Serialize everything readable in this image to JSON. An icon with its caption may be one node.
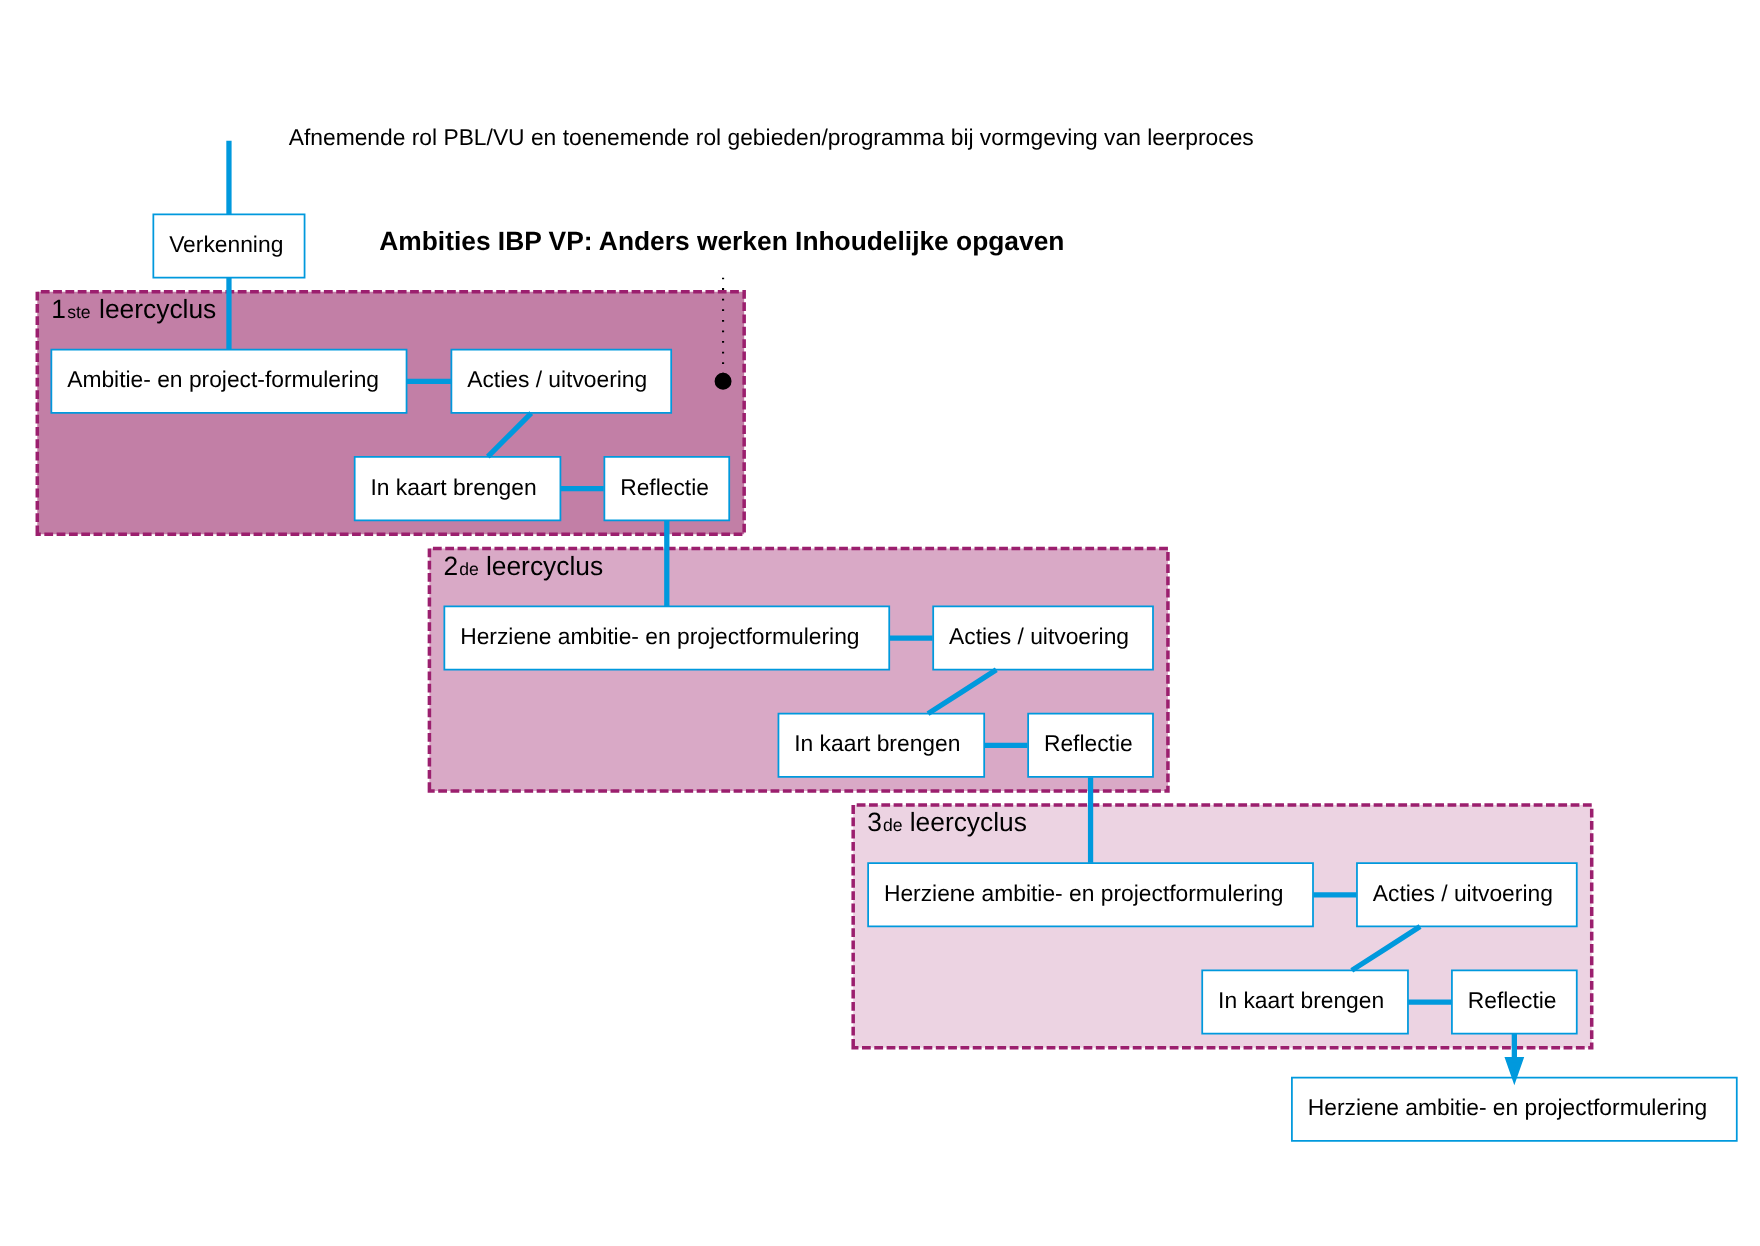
{
  "diagram": {
    "nodes": [
      {
        "text": [
          "Ambities IBP VP: Anders werken Inhoudelijke opgaven"
        ]
      },
      {
        "text": [
          "Verkenning"
        ]
      },
      {
        "text": [
          "1$^{ste}$ leercyclus"
        ]
      },
      {
        "text": [
          "In kaart brengen"
        ],
        "in": 2
      },
      {
        "text": [
          "Reflectie"
        ],
        "in": 2
      },
      {
        "text": [],
        "shape": "circle",
        "in": 2
      },
      {
        "text": [
          "Acties / uitvoering"
        ],
        "in": 2
      },
      {
        "text": [
          "Ambitie- en project-formulering"
        ],
        "in": 2
      },
      {
        "text": [
          "2$^{de}$ leercyclus"
        ]
      },
      {
        "text": [
          "In kaart brengen"
        ],
        "in": 8
      },
      {
        "text": [
          "Reflectie"
        ],
        "in": 8
      },
      {
        "text": [
          "Acties / uitvoering"
        ],
        "in": 8
      },
      {
        "text": [
          "Herziene ambitie- en projectformulering"
        ],
        "in": 8
      },
      {
        "text": [
          "3$^{de}$ leercyclus"
        ]
      },
      {
        "text": [
          "In kaart brengen"
        ],
        "in": 13
      },
      {
        "text": [
          "Reflectie"
        ],
        "in": 13
      },
      {
        "text": [
          "Acties / uitvoering"
        ],
        "in": 13
      },
      {
        "text": [
          "Herziene ambitie- en projectformulering"
        ],
        "in": 13
      },
      {
        "text": [
          "Herziene ambitie- en projectformulering"
        ]
      }
    ],
    "edges": [
      {
        "from": null,
        "to": 1,
        "arrow": "none"
      },
      {
        "from": 1,
        "to": 7,
        "arrow": "none"
      },
      {
        "from": 7,
        "to": 6,
        "arrow": "none"
      },
      {
        "from": 6,
        "to": 3,
        "arrow": "none"
      },
      {
        "from": 3,
        "to": 4,
        "arrow": "none"
      },
      {
        "from": 4,
        "to": 12,
        "arrow": "none"
      },
      {
        "from": 12,
        "to": 11,
        "arrow": "none"
      },
      {
        "from": 11,
        "to": 9,
        "arrow": "none"
      },
      {
        "from": 9,
        "to": 10,
        "arrow": "none"
      },
      {
        "from": 10,
        "to": 17,
        "arrow": "none"
      },
      {
        "from": 17,
        "to": 16,
        "arrow": "none"
      },
      {
        "from": 16,
        "to": 14,
        "arrow": "none"
      },
      {
        "from": 14,
        "to": 15,
        "arrow": "none"
      },
      {
        "from": 15,
        "to": 18,
        "arrow": "to"
      },
      {
        "from": 0,
        "to": 5,
        "arrow": "none",
        "style": "dashed",
        "color": "#000000"
      }
    ],
    "labels": [
      "Afnemende rol PBL/VU en toenemende rol gebieden/programma bij vormgeving van leerproces"
    ]
  }
}
